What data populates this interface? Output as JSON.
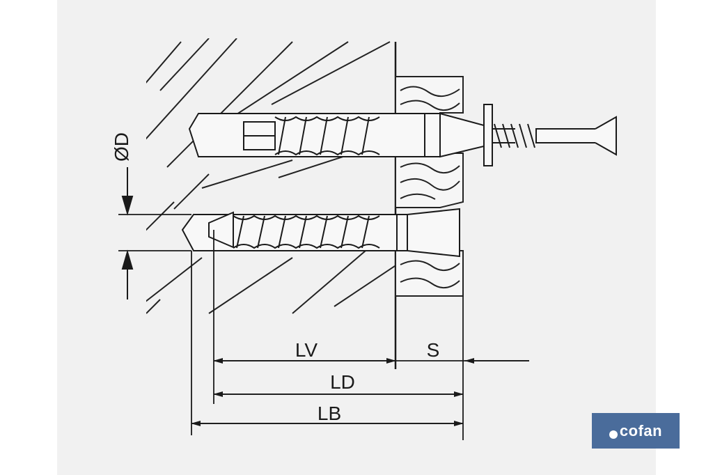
{
  "diagram": {
    "labels": {
      "diameter": "ØD",
      "lv": "LV",
      "s": "S",
      "ld": "LD",
      "lb": "LB"
    }
  },
  "logo": {
    "text": "cofan",
    "background_color": "#4a6c9b"
  }
}
